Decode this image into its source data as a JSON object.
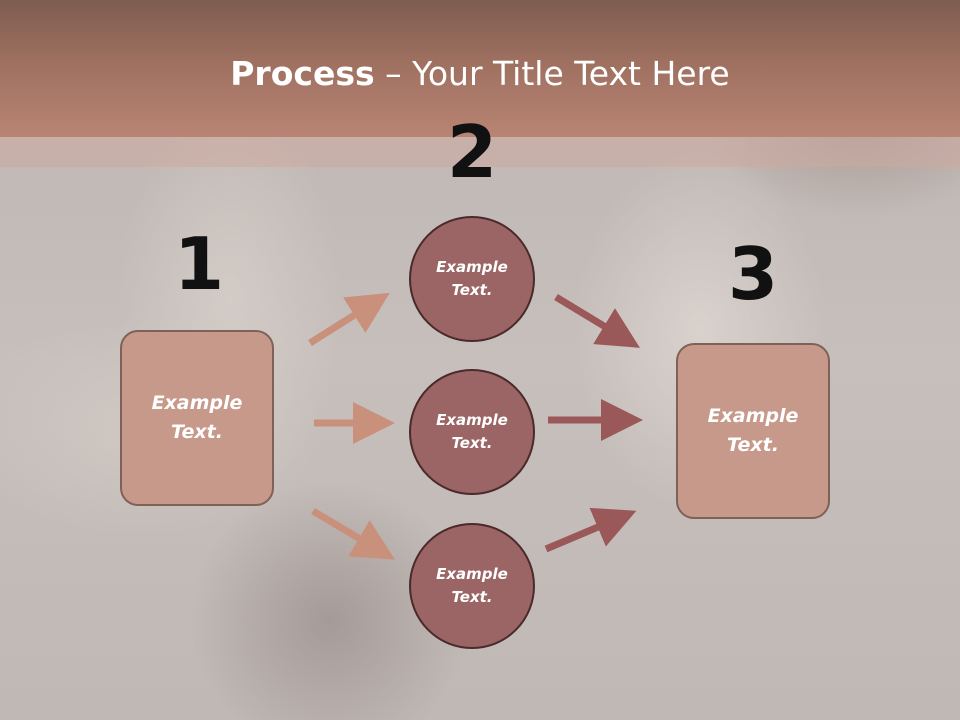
{
  "slide": {
    "title_bold": "Process",
    "title_rest": " – Your Title Text Here"
  },
  "steps": {
    "step1_number": "1",
    "step2_number": "2",
    "step3_number": "3"
  },
  "nodes": {
    "left_box": "Example Text.",
    "circle_top": "Example Text.",
    "circle_middle": "Example Text.",
    "circle_bottom": "Example Text.",
    "right_box": "Example Text."
  },
  "colors": {
    "header": "#9e7060",
    "box_fill": "#c7998a",
    "circle_fill": "#9b6565",
    "arrow_light": "#c9907c",
    "arrow_dark": "#9b5858"
  }
}
